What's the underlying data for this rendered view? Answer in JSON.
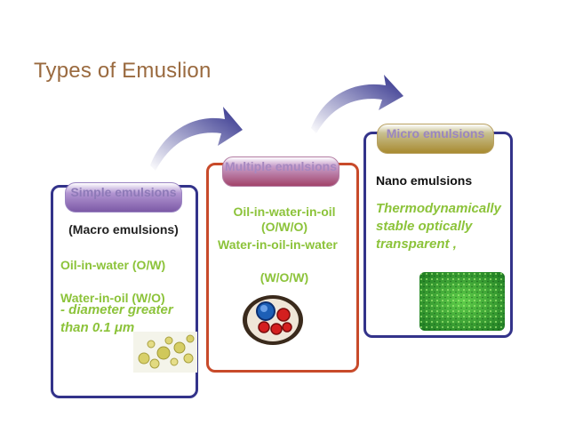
{
  "title": "Types of Emuslion",
  "simple": {
    "pill": "Simple emulsions",
    "macro": "(Macro emulsions)",
    "line1": "Oil-in-water (O/W)",
    "line2": "Water-in-oil (W/O)",
    "line3": "- diameter greater than  0.1 μm"
  },
  "multiple": {
    "pill": "Multiple emulsions",
    "line1": "Oil-in-water-in-oil (O/W/O)",
    "line2": "Water-in-oil-in-water",
    "line3": "(W/O/W)"
  },
  "micro": {
    "pill": "Micro emulsions",
    "nano": "Nano emulsions",
    "desc": "Thermodynamically stable optically transparent ,"
  },
  "colors": {
    "card_blue": "#33338a",
    "card_red": "#c84a2a",
    "text_green": "#8cc33a",
    "title_brown": "#9a6a3f"
  }
}
